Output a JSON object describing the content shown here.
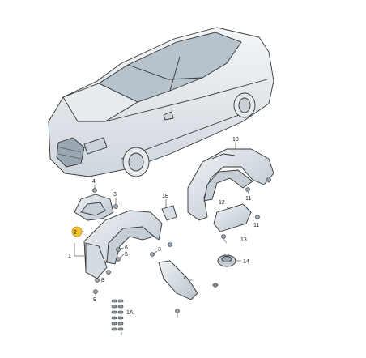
{
  "callouts": {
    "c1": "1",
    "c1A": "1A",
    "c1B": "1B",
    "c2": "2",
    "c3a": "3",
    "c3b": "3",
    "c4": "4",
    "c5": "5",
    "c6": "6",
    "c7": "7",
    "c8": "8",
    "c9": "9",
    "c10": "10",
    "c11a": "11",
    "c11b": "11",
    "c12": "12",
    "c13": "13",
    "c14": "14"
  },
  "colors": {
    "line": "#3a3a3a",
    "part_fill": "#dfe5ea",
    "car_fill": "#eef1f4",
    "highlight": "#f2c230"
  }
}
